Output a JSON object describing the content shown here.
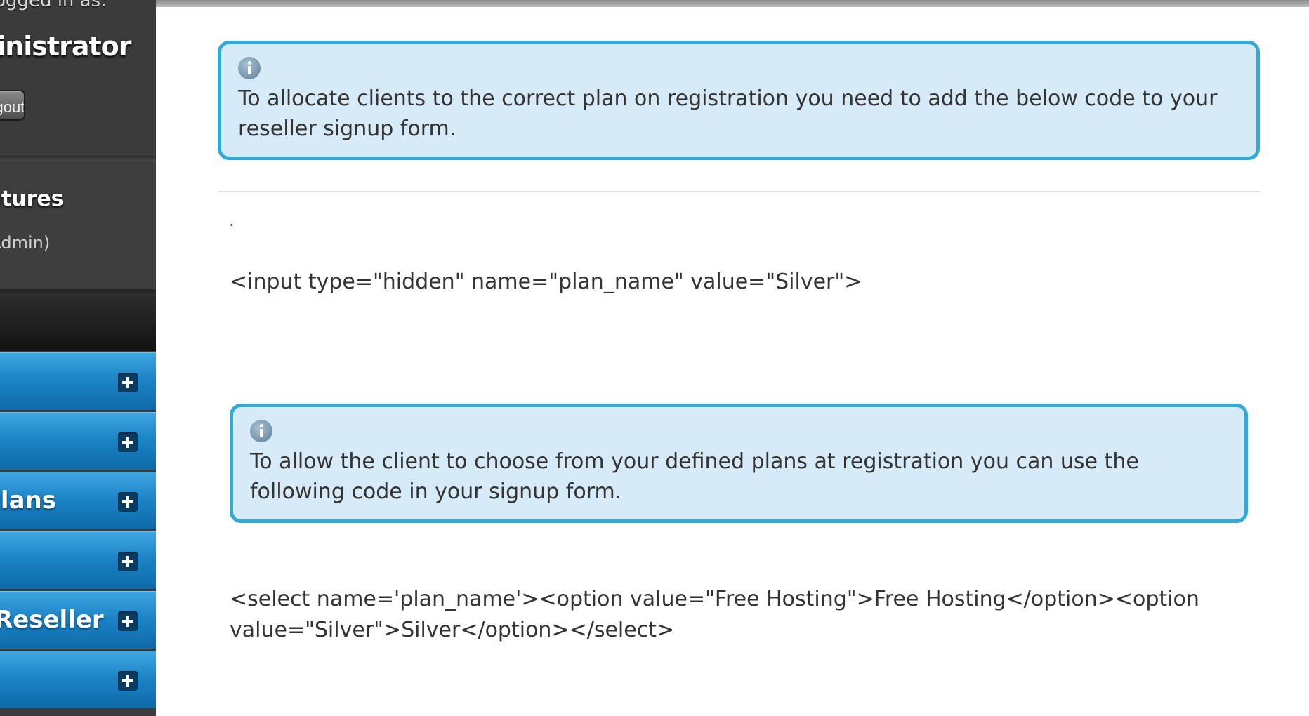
{
  "sidebar": {
    "welcome_text": "Logged in as:",
    "user_role": "Administrator",
    "logout_label": "Logout",
    "features": {
      "title": "Features",
      "subtitle": "(Admin)"
    },
    "nav_items": [
      {
        "label": ""
      },
      {
        "label": ""
      },
      {
        "label": "Plans"
      },
      {
        "label": ""
      },
      {
        "label": "Reseller"
      },
      {
        "label": ""
      }
    ]
  },
  "main": {
    "info_box_1": "To allocate clients to the correct plan on registration you need to add the below code to your reseller signup form.",
    "dot": ".",
    "code_1": "<input type=\"hidden\" name=\"plan_name\" value=\"Silver\">",
    "info_box_2": "To allow the client to choose from your defined plans at registration you can use the following code in your signup form.",
    "code_2": "<select name='plan_name'><option value=\"Free Hosting\">Free Hosting</option><option value=\"Silver\">Silver</option></select>"
  },
  "colors": {
    "accent_blue": "#34a9d6",
    "info_bg": "#d6ebf7",
    "nav_blue": "#1a82c4",
    "sidebar_dark": "#3b3b3b"
  }
}
